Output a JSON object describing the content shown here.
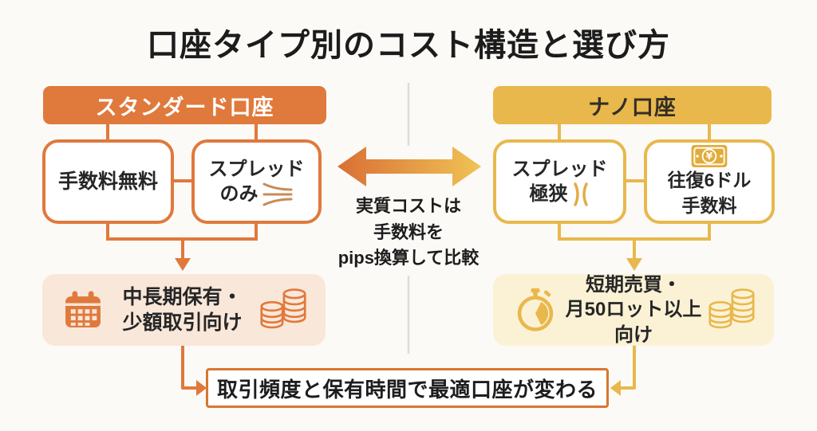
{
  "title": "口座タイプ別のコスト構造と選び方",
  "standard": {
    "header": "スタンダード口座",
    "fee_box": "手数料無料",
    "spread_box": {
      "line1": "スプレッド",
      "line2": "のみ"
    },
    "target_box": {
      "line1": "中長期保有・",
      "line2": "少額取引向け"
    },
    "accent_color": "#E0793C"
  },
  "nano": {
    "header": "ナノ口座",
    "spread_box": {
      "line1": "スプレッド",
      "line2": "極狭"
    },
    "fee_box": {
      "line1": "往復6ドル",
      "line2": "手数料",
      "banknote_symbol": "¥"
    },
    "target_box": {
      "line1": "短期売買・",
      "line2": "月50ロット以上向け"
    },
    "accent_color": "#E8B84C"
  },
  "center_note": {
    "line1": "実質コストは",
    "line2": "手数料を",
    "line3": "pips換算して比較"
  },
  "footer": "取引頻度と保有時間で最適口座が変わる",
  "icons": {
    "standard_spread": "spread-wide-icon",
    "nano_spread": "spread-narrow-icon",
    "nano_fee": "banknote-yen-icon",
    "standard_target_left": "calendar-icon",
    "standard_target_right": "coin-stack-icon",
    "nano_target_left": "stopwatch-icon",
    "nano_target_right": "coin-stack-icon",
    "center": "double-headed-arrow"
  },
  "colors": {
    "orange": "#E0793C",
    "gold": "#E8B84C",
    "peach_panel": "#F9E7D9",
    "cream_panel": "#FBF2D6",
    "divider_gray": "#DCDCDA",
    "arrow_gradient_left": "#D96F35",
    "arrow_gradient_right": "#F0C355",
    "page_background": "#FBFAF7"
  }
}
